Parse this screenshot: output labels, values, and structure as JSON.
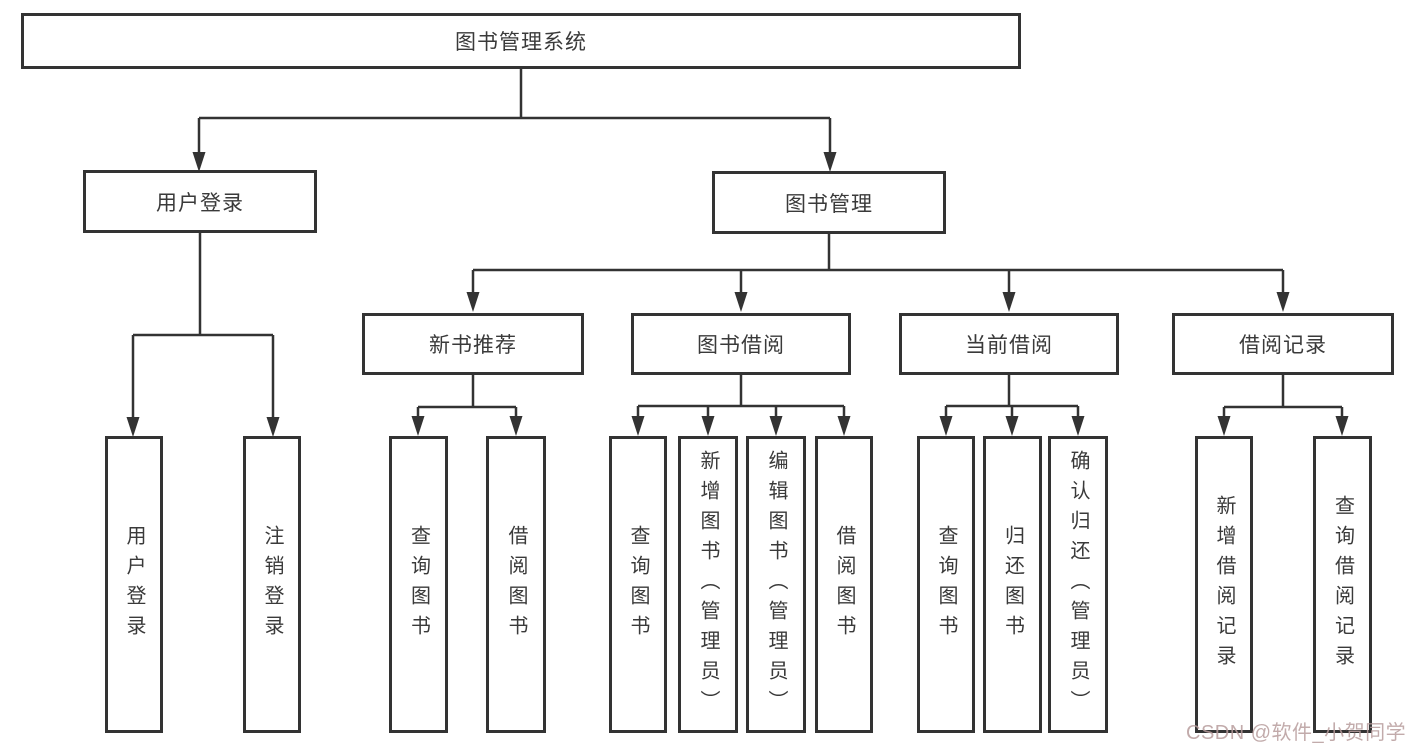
{
  "diagram": {
    "type": "tree",
    "colors": {
      "line": "#333333",
      "node_border": "#333333",
      "text": "#3a3a3a",
      "background": "#ffffff",
      "watermark": "#b79c9c"
    },
    "tree": {
      "root": {
        "label": "图书管理系统",
        "children": [
          {
            "label": "用户登录",
            "children": [
              {
                "label": "用户登录"
              },
              {
                "label": "注销登录"
              }
            ]
          },
          {
            "label": "图书管理",
            "children": [
              {
                "label": "新书推荐",
                "children": [
                  {
                    "label": "查询图书"
                  },
                  {
                    "label": "借阅图书"
                  }
                ]
              },
              {
                "label": "图书借阅",
                "children": [
                  {
                    "label": "查询图书"
                  },
                  {
                    "label": "新增图书（管理员）"
                  },
                  {
                    "label": "编辑图书（管理员）"
                  },
                  {
                    "label": "借阅图书"
                  }
                ]
              },
              {
                "label": "当前借阅",
                "children": [
                  {
                    "label": "查询图书"
                  },
                  {
                    "label": "归还图书"
                  },
                  {
                    "label": "确认归还（管理员）"
                  }
                ]
              },
              {
                "label": "借阅记录",
                "children": [
                  {
                    "label": "新增借阅记录"
                  },
                  {
                    "label": "查询借阅记录"
                  }
                ]
              }
            ]
          }
        ]
      }
    }
  },
  "watermark": {
    "text": "CSDN @软件_小贺同学"
  }
}
